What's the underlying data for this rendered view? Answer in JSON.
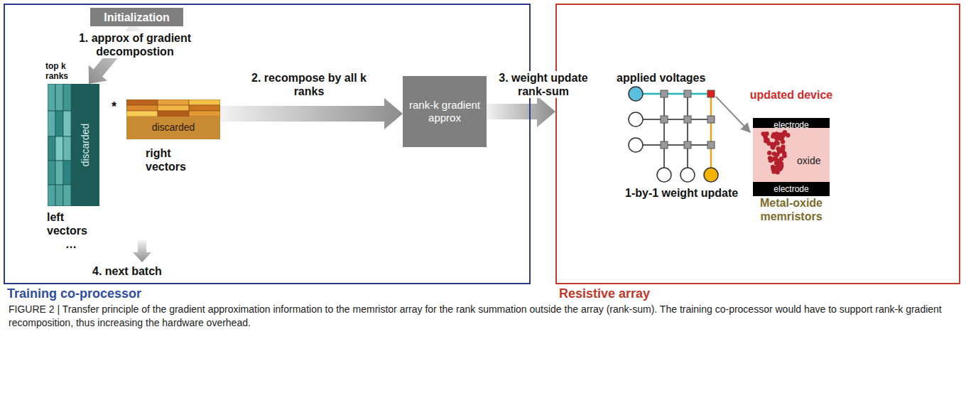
{
  "diagram": {
    "caption": "FIGURE 2 | Transfer principle of the gradient approximation information to the memristor array for the rank summation outside the array (rank-sum). The training co-processor would have to support rank-k gradient recomposition, thus increasing the hardware overhead.",
    "nodes": [
      {
        "text": [
          "Training co-processor"
        ]
      },
      {
        "text": [
          "Initialization"
        ],
        "in": 0
      },
      {
        "text": [
          "discarded"
        ],
        "in": 0
      },
      {
        "text": [
          "discarded"
        ],
        "in": 0
      },
      {
        "text": [
          "rank-k gradient approx"
        ],
        "in": 0
      },
      {
        "text": [
          "Resistive array"
        ]
      },
      {
        "text": [
          "electrode"
        ],
        "in": 5
      },
      {
        "text": [
          "oxide"
        ],
        "in": 5
      },
      {
        "text": [
          "electrode"
        ],
        "in": 5
      }
    ],
    "edges": [
      {
        "from": 1,
        "to": 2,
        "arrow": "to",
        "label": "1. approx of gradient decompostion"
      },
      {
        "from": 3,
        "to": 4,
        "arrow": "to",
        "label": "2. recompose by all k ranks"
      },
      {
        "from": 4,
        "to": 5,
        "arrow": "to",
        "label": "3. weight update rank-sum"
      }
    ],
    "labels": [
      "top k ranks",
      "*",
      "left vectors",
      "right vectors",
      "…",
      "4. next batch",
      "applied voltages",
      "updated device",
      "1-by-1 weight update",
      "Metal-oxide memristors"
    ]
  }
}
